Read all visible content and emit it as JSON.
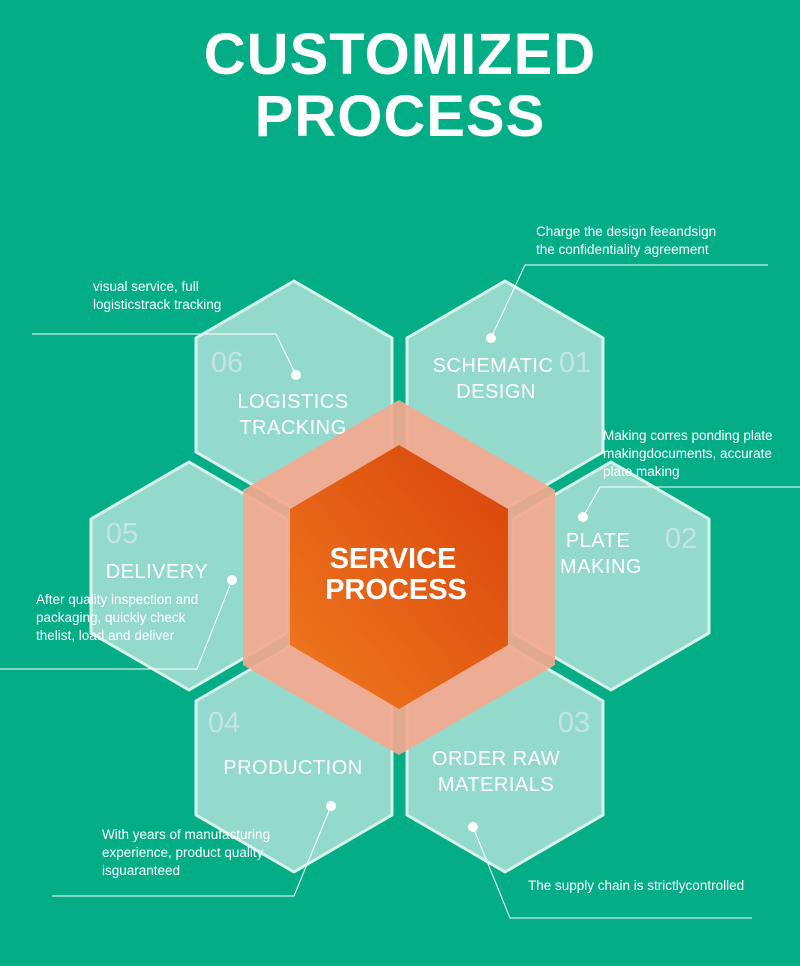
{
  "title_lines": [
    "CUSTOMIZED",
    "PROCESS"
  ],
  "center": {
    "lines": [
      "SERVICE",
      "PROCESS"
    ]
  },
  "steps": [
    {
      "number": "01",
      "label_lines": [
        "SCHEMATIC",
        "DESIGN"
      ],
      "note_lines": [
        "Charge the design feeandsign",
        "the confidentiality  agreement"
      ]
    },
    {
      "number": "02",
      "label_lines": [
        "PLATE",
        "MAKING"
      ],
      "note_lines": [
        "Making corres ponding plate",
        "makingdocuments,  accurate",
        "plate making"
      ]
    },
    {
      "number": "03",
      "label_lines": [
        "ORDER RAW",
        "MATERIALS"
      ],
      "note_lines": [
        "The supply chain is strictlycontrolled"
      ]
    },
    {
      "number": "04",
      "label_lines": [
        "PRODUCTION"
      ],
      "note_lines": [
        "With years of manufacturing",
        "experience, product quality",
        "isguaranteed"
      ]
    },
    {
      "number": "05",
      "label_lines": [
        "DELIVERY"
      ],
      "note_lines": [
        "After quality inspection and",
        "packaging, quickiy check",
        "thelist, load and deliver"
      ]
    },
    {
      "number": "06",
      "label_lines": [
        "LOGISTICS",
        "TRACKING"
      ],
      "note_lines": [
        "visual service, full",
        "logisticstrack tracking"
      ]
    }
  ],
  "colors": {
    "background": "#03ae87",
    "hex_fill": "#b4e4dc",
    "center_outer": "#f4a98f",
    "center_inner_start": "#f06d1a",
    "center_inner_end": "#d94a0f",
    "text": "#ffffff"
  }
}
